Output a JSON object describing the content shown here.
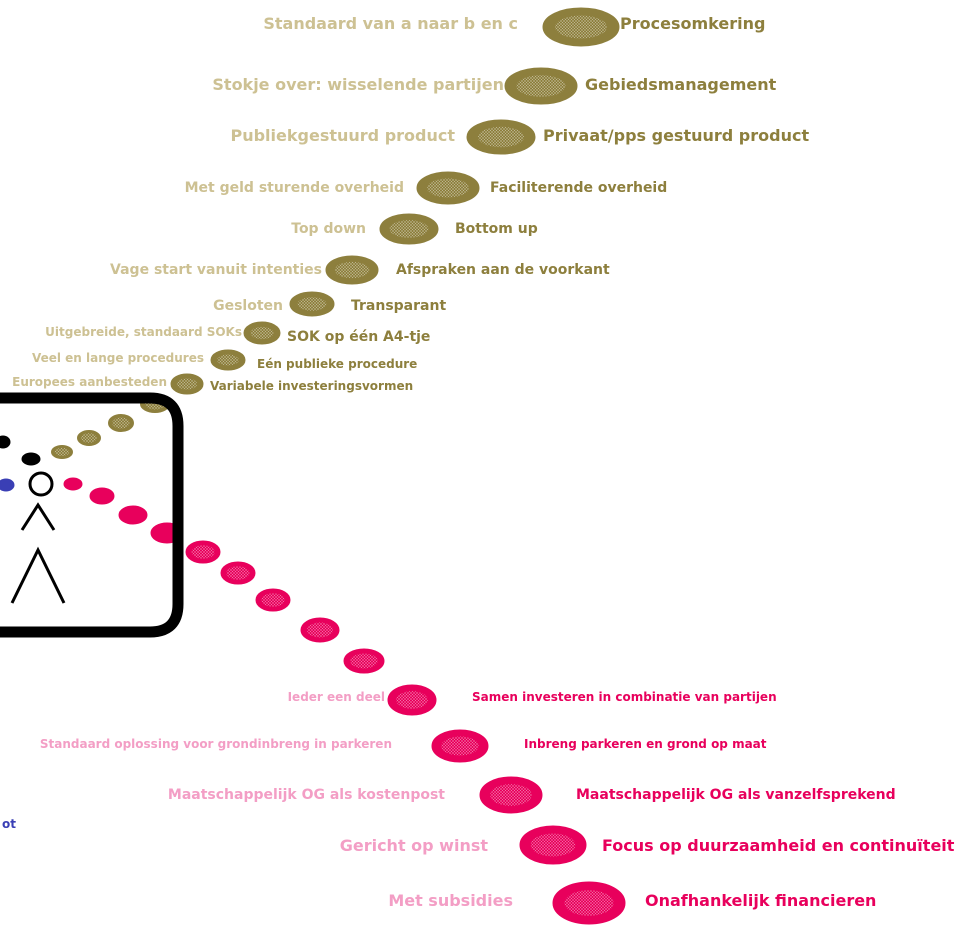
{
  "colors": {
    "olive_fill": "#8d7f3d",
    "olive_light": "#cdc193",
    "pink_fill": "#e8005c",
    "pink_light": "#f39ec5",
    "blue": "#3a3fb5",
    "frame": "#000000"
  },
  "olive_rows": [
    {
      "left": "Standaard van a naar b en c",
      "right": "Procesomkering"
    },
    {
      "left": "Stokje over: wisselende partijen",
      "right": "Gebiedsmanagement"
    },
    {
      "left": "Publiekgestuurd product",
      "right": "Privaat/pps gestuurd product"
    },
    {
      "left": "Met geld sturende overheid",
      "right": "Faciliterende overheid"
    },
    {
      "left": "Top down",
      "right": "Bottom up"
    },
    {
      "left": "Vage start vanuit intenties",
      "right": "Afspraken aan de voorkant"
    },
    {
      "left": "Gesloten",
      "right": "Transparant"
    },
    {
      "left": "Uitgebreide, standaard SOKs",
      "right": "SOK op één A4-tje"
    },
    {
      "left": "Veel en lange procedures",
      "right": "Eén publieke procedure"
    },
    {
      "left": "Europees aanbesteden",
      "right": "Variabele investeringsvormen"
    }
  ],
  "pink_rows": [
    {
      "left": "Ieder een deel",
      "right": "Samen investeren in combinatie van partijen"
    },
    {
      "left": "Standaard oplossing voor grondinbreng in parkeren",
      "right": "Inbreng parkeren en grond op maat"
    },
    {
      "left": "Maatschappelijk OG als kostenpost",
      "right": "Maatschappelijk OG als vanzelfsprekend"
    },
    {
      "left": "Gericht op winst",
      "right": "Focus op duurzaamheid en continuïteit"
    },
    {
      "left": "Met subsidies",
      "right": "Onafhankelijk financieren"
    }
  ],
  "blue_label": "ot"
}
